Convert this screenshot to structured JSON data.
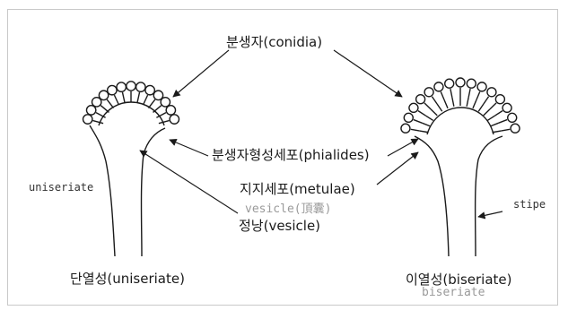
{
  "labels": {
    "conidia": "분생자(conidia)",
    "phialides": "분생자형성세포(phialides)",
    "metulae": "지지세포(metulae)",
    "vesicle_ghost": "vesicle(頂囊)",
    "vesicle": "정낭(vesicle)",
    "uniseriate_side": "uniseriate",
    "stipe": "stipe",
    "uniseriate_caption": "단열성(uniseriate)",
    "biseriate_caption": "이열성(biseriate)",
    "biseriate_ghost": "biseriate"
  },
  "colors": {
    "line": "#1a1a1a",
    "ghost_text": "#9a9a9a",
    "border": "#c9c9c9"
  }
}
